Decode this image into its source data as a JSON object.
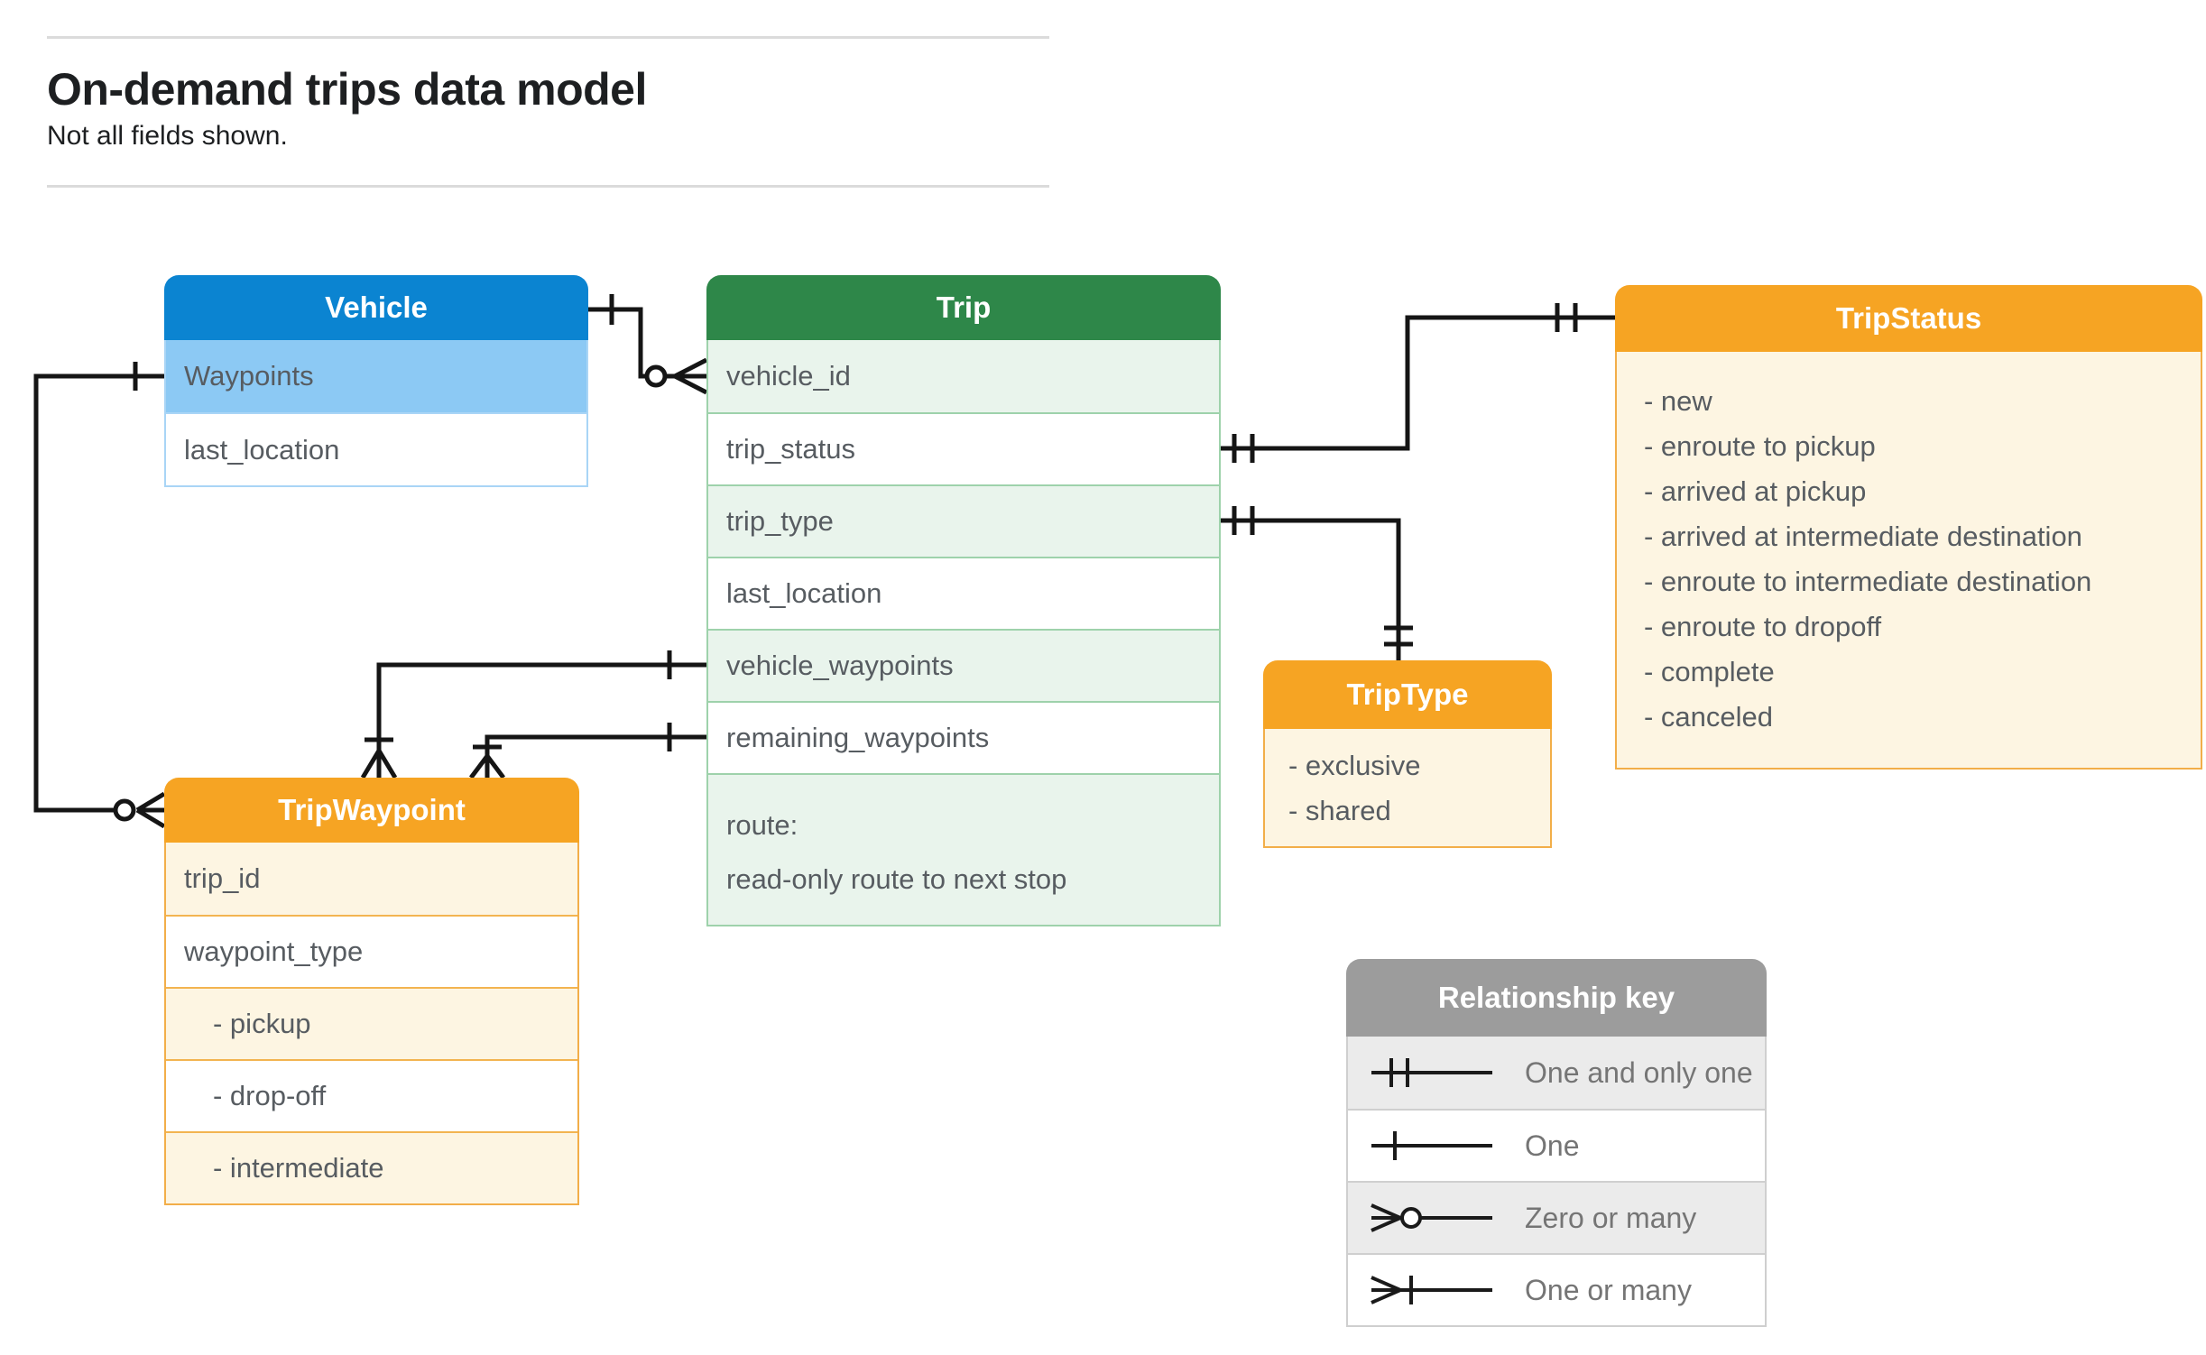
{
  "page": {
    "title": "On-demand trips data model",
    "subtitle": "Not all fields shown."
  },
  "entities": {
    "vehicle": {
      "title": "Vehicle",
      "rows": [
        "Waypoints",
        "last_location"
      ]
    },
    "trip": {
      "title": "Trip",
      "rows": [
        "vehicle_id",
        "trip_status",
        "trip_type",
        "last_location",
        "vehicle_waypoints",
        "remaining_waypoints"
      ],
      "route_label": "route:",
      "route_note": "read-only route to next stop"
    },
    "tripStatus": {
      "title": "TripStatus",
      "items": [
        "- new",
        "- enroute to pickup",
        "- arrived at pickup",
        "- arrived at intermediate destination",
        "- enroute to intermediate destination",
        "- enroute to dropoff",
        "- complete",
        "- canceled"
      ]
    },
    "tripType": {
      "title": "TripType",
      "items": [
        "- exclusive",
        "- shared"
      ]
    },
    "tripWaypoint": {
      "title": "TripWaypoint",
      "rows": [
        "trip_id",
        "waypoint_type",
        "- pickup",
        "- drop-off",
        "- intermediate"
      ]
    }
  },
  "legend": {
    "title": "Relationship key",
    "items": [
      {
        "icon": "one-and-only-one-icon",
        "label": "One and only one"
      },
      {
        "icon": "one-icon",
        "label": "One"
      },
      {
        "icon": "zero-or-many-icon",
        "label": "Zero or many"
      },
      {
        "icon": "one-or-many-icon",
        "label": "One or many"
      }
    ]
  },
  "relationships": [
    {
      "from": "Vehicle",
      "to": "Trip.vehicle_id",
      "from_end": "one",
      "to_end": "zero-or-many"
    },
    {
      "from": "Vehicle.Waypoints",
      "to": "TripWaypoint",
      "from_end": "one",
      "to_end": "zero-or-many"
    },
    {
      "from": "Trip.trip_status",
      "to": "TripStatus",
      "from_end": "one-and-only-one",
      "to_end": "one-and-only-one"
    },
    {
      "from": "Trip.trip_type",
      "to": "TripType",
      "from_end": "one-and-only-one",
      "to_end": "one-and-only-one"
    },
    {
      "from": "Trip.vehicle_waypoints",
      "to": "TripWaypoint",
      "from_end": "one",
      "to_end": "one-or-many"
    },
    {
      "from": "Trip.remaining_waypoints",
      "to": "TripWaypoint",
      "from_end": "one",
      "to_end": "one-or-many"
    }
  ],
  "colors": {
    "blue_header": "#0b84d1",
    "blue_row": "#8cc9f4",
    "blue_border": "#a9d5f6",
    "green_header": "#2e8749",
    "green_row": "#e9f4ec",
    "green_border": "#9ed2ab",
    "orange_header": "#f6a423",
    "cream_row": "#fdf5e2",
    "orange_border": "#f2ae49",
    "gray_header": "#9c9c9c",
    "gray_row": "#ebebeb",
    "gray_border": "#cfcfcf",
    "row_text": "#575c61",
    "legend_text": "#757575",
    "connector": "#151515"
  }
}
